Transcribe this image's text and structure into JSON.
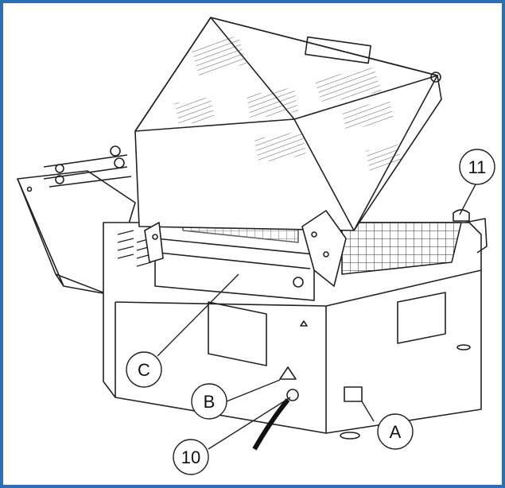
{
  "callouts": {
    "c11": "11",
    "cC": "C",
    "cB": "B",
    "cA": "A",
    "c10": "10"
  },
  "colors": {
    "frame": "#2e6fb3",
    "line": "#222222"
  }
}
